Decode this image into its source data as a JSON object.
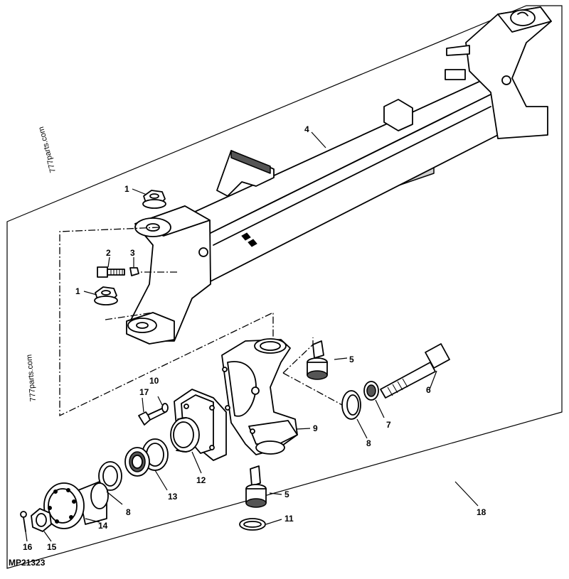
{
  "figure": {
    "reference_code": "MP21323",
    "watermarks": [
      "777parts.com",
      "777parts.com"
    ]
  },
  "callouts": [
    {
      "id": "c1a",
      "label": "1",
      "part": "flange-nut-upper"
    },
    {
      "id": "c1b",
      "label": "1",
      "part": "flange-nut-lower"
    },
    {
      "id": "c2",
      "label": "2",
      "part": "cap-screw"
    },
    {
      "id": "c3",
      "label": "3",
      "part": "square-nut"
    },
    {
      "id": "c4",
      "label": "4",
      "part": "front-axle-beam"
    },
    {
      "id": "c5a",
      "label": "5",
      "part": "ball-joint-upper"
    },
    {
      "id": "c5b",
      "label": "5",
      "part": "ball-joint-lower"
    },
    {
      "id": "c6",
      "label": "6",
      "part": "pivot-bolt"
    },
    {
      "id": "c7",
      "label": "7",
      "part": "bushing"
    },
    {
      "id": "c8a",
      "label": "8",
      "part": "washer-spindle"
    },
    {
      "id": "c8b",
      "label": "8",
      "part": "washer-hub"
    },
    {
      "id": "c9",
      "label": "9",
      "part": "steering-knuckle"
    },
    {
      "id": "c10",
      "label": "10",
      "part": "lock-washer"
    },
    {
      "id": "c11",
      "label": "11",
      "part": "snap-ring"
    },
    {
      "id": "c12",
      "label": "12",
      "part": "seal"
    },
    {
      "id": "c13",
      "label": "13",
      "part": "bearing"
    },
    {
      "id": "c14",
      "label": "14",
      "part": "wheel-hub"
    },
    {
      "id": "c15",
      "label": "15",
      "part": "hub-nut"
    },
    {
      "id": "c16",
      "label": "16",
      "part": "cotter-pin"
    },
    {
      "id": "c17",
      "label": "17",
      "part": "bolt"
    },
    {
      "id": "c18",
      "label": "18",
      "part": "axle-assembly-group"
    }
  ]
}
